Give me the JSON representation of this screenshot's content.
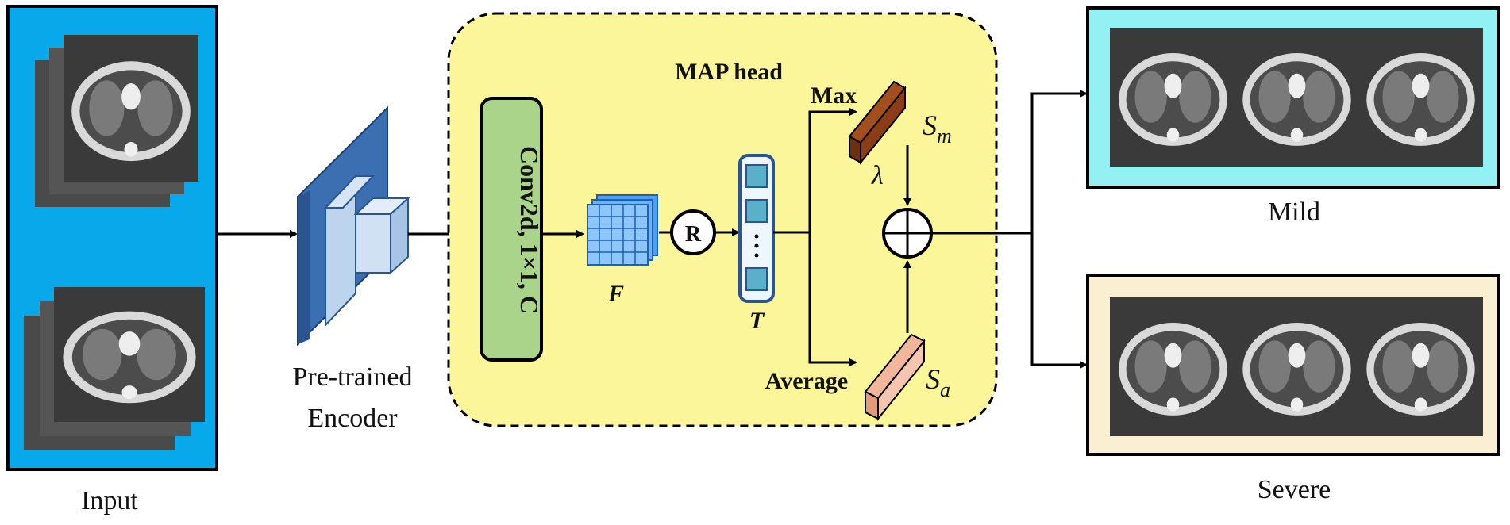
{
  "input": {
    "label": "Input"
  },
  "encoder": {
    "label_line1": "Pre-trained",
    "label_line2": "Encoder"
  },
  "head": {
    "title": "MAP head",
    "conv_label": "Conv2d, 1×1, C",
    "feature_symbol": "F",
    "reshape_symbol": "R",
    "token_symbol": "T",
    "max_label": "Max",
    "average_label": "Average",
    "sm_symbol": "S",
    "sm_sub": "m",
    "sa_symbol": "S",
    "sa_sub": "a",
    "lambda_symbol": "λ"
  },
  "outputs": {
    "mild_label": "Mild",
    "severe_label": "Severe"
  },
  "colors": {
    "input_bg": "#08a9ea",
    "head_bg": "#fbf69a",
    "conv_fill": "#a9d48a",
    "encoder_blue": "#3a6fb2",
    "encoder_light": "#bcd4ee",
    "mild_bg": "#93f0f3",
    "severe_bg": "#fbefd1",
    "sm_fill": "#a24e1f",
    "sa_fill": "#f2b79b"
  }
}
